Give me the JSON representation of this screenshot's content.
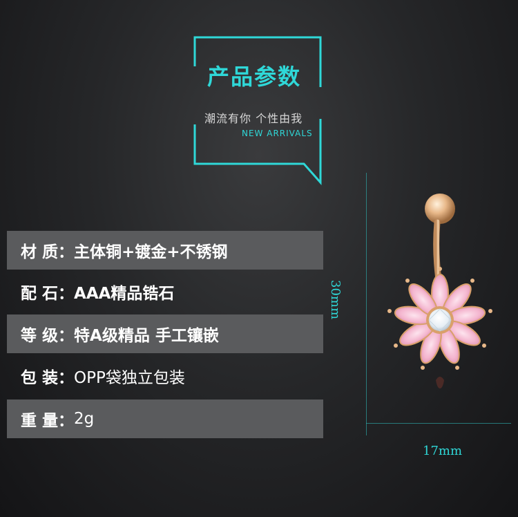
{
  "header": {
    "title": "产品参数",
    "slogan": "潮流有你 个性由我",
    "subtitle": "NEW ARRIVALS"
  },
  "specs": [
    {
      "label": "材 质：",
      "value": "主体铜+镀金+不锈钢"
    },
    {
      "label": "配 石：",
      "value": "AAA精品锆石"
    },
    {
      "label": "等 级：",
      "value": "特A级精品  手工镶嵌"
    },
    {
      "label": "包 装：",
      "value": " OPP袋独立包装"
    },
    {
      "label": "重 量：",
      "value": " 2g"
    }
  ],
  "dimensions": {
    "height": "30mm",
    "width": "17mm"
  },
  "colors": {
    "accent": "#2fd8d8",
    "row_shade": "#5a5b5d",
    "gold": "#e8b889",
    "petal": "#f4b6cf"
  }
}
